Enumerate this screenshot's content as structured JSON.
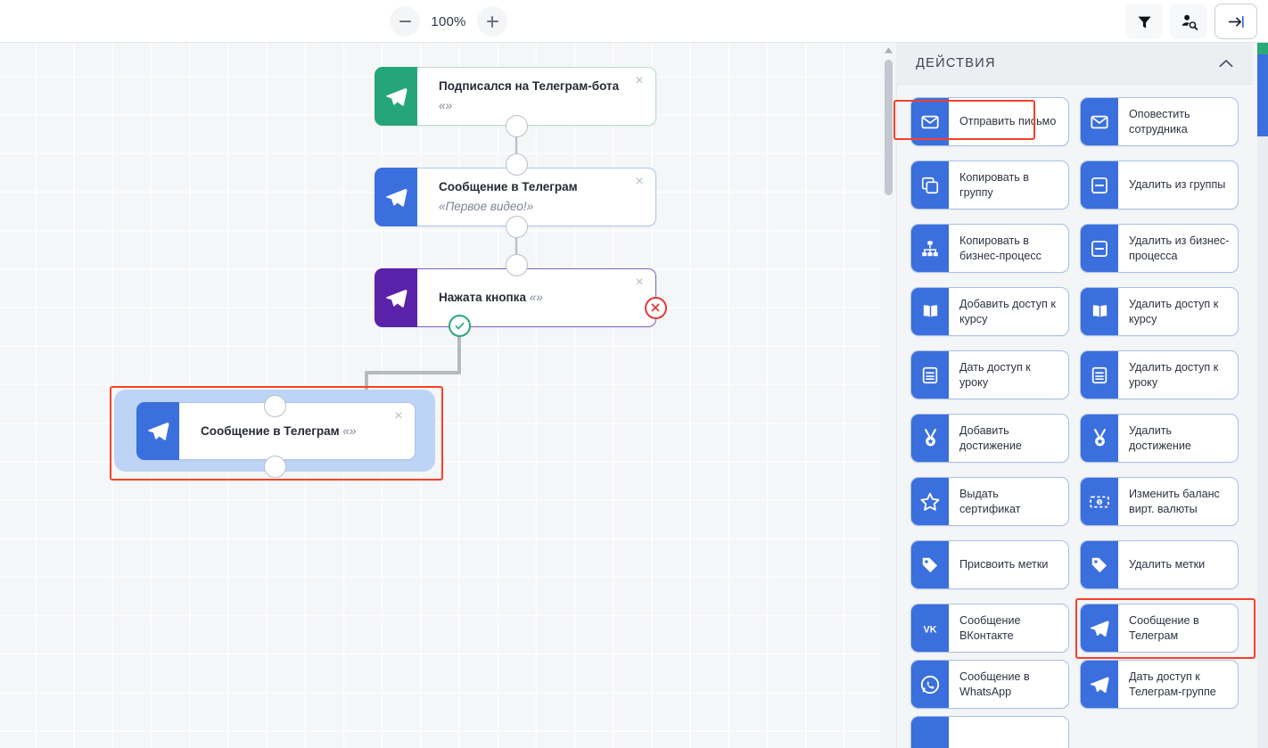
{
  "toolbar": {
    "zoom_out_label": "−",
    "zoom_level": "100%",
    "zoom_in_label": "+",
    "filter_icon": "filter-icon",
    "user_search_icon": "user-search-icon",
    "collapse_icon": "collapse-panel-icon"
  },
  "canvas": {
    "nodes": [
      {
        "id": "n1",
        "color": "green",
        "icon": "telegram-icon",
        "title": "Подписался на Телеграм-бота",
        "quote": "«»",
        "close": "×"
      },
      {
        "id": "n2",
        "color": "blue",
        "icon": "telegram-icon",
        "title": "Сообщение в Телеграм",
        "quote": "«Первое видео!»",
        "close": "×"
      },
      {
        "id": "n3",
        "color": "purple",
        "icon": "telegram-icon",
        "title": "Нажата кнопка",
        "quote": "«»",
        "close": "×"
      },
      {
        "id": "n4",
        "color": "blue",
        "icon": "telegram-icon",
        "title": "Сообщение в Телеграм",
        "quote": "«»",
        "close": "×",
        "selected": true
      }
    ],
    "badges": {
      "success": "success-check-badge",
      "failure": "failure-cross-badge"
    }
  },
  "panel": {
    "header": {
      "title": "ДЕЙСТВИЯ",
      "chevron": "chevron-up-icon"
    },
    "cards": [
      {
        "label": "Отправить письмо",
        "icon": "envelope-icon"
      },
      {
        "label": "Оповестить сотрудника",
        "icon": "envelope-icon"
      },
      {
        "label": "Копировать в группу",
        "icon": "copy-icon"
      },
      {
        "label": "Удалить из группы",
        "icon": "minus-box-icon"
      },
      {
        "label": "Копировать в бизнес-процесс",
        "icon": "sitemap-icon"
      },
      {
        "label": "Удалить из бизнес-процесса",
        "icon": "minus-box-icon"
      },
      {
        "label": "Добавить доступ к курсу",
        "icon": "book-icon"
      },
      {
        "label": "Удалить доступ к курсу",
        "icon": "book-icon"
      },
      {
        "label": "Дать доступ к уроку",
        "icon": "lesson-icon"
      },
      {
        "label": "Удалить доступ к уроку",
        "icon": "lesson-icon"
      },
      {
        "label": "Добавить достижение",
        "icon": "medal-icon"
      },
      {
        "label": "Удалить достижение",
        "icon": "medal-icon"
      },
      {
        "label": "Выдать сертификат",
        "icon": "star-icon"
      },
      {
        "label": "Изменить баланс вирт. валюты",
        "icon": "banknote-icon"
      },
      {
        "label": "Присвоить метки",
        "icon": "tag-icon"
      },
      {
        "label": "Удалить метки",
        "icon": "tag-icon"
      },
      {
        "label": "Сообщение ВКонтакте",
        "icon": "vk-icon"
      },
      {
        "label": "Сообщение в Телеграм",
        "icon": "telegram-icon",
        "highlighted": true
      },
      {
        "label": "Сообщение в WhatsApp",
        "icon": "whatsapp-icon"
      },
      {
        "label": "Дать доступ к Телеграм-группе",
        "icon": "telegram-icon"
      }
    ]
  },
  "colors": {
    "accent_blue": "#3b6fdd",
    "green": "#27a57a",
    "purple": "#5a22a8",
    "annotation_red": "#f8402a",
    "canvas_bg": "#f5f6f8",
    "panel_bg": "#f3f5f7"
  }
}
